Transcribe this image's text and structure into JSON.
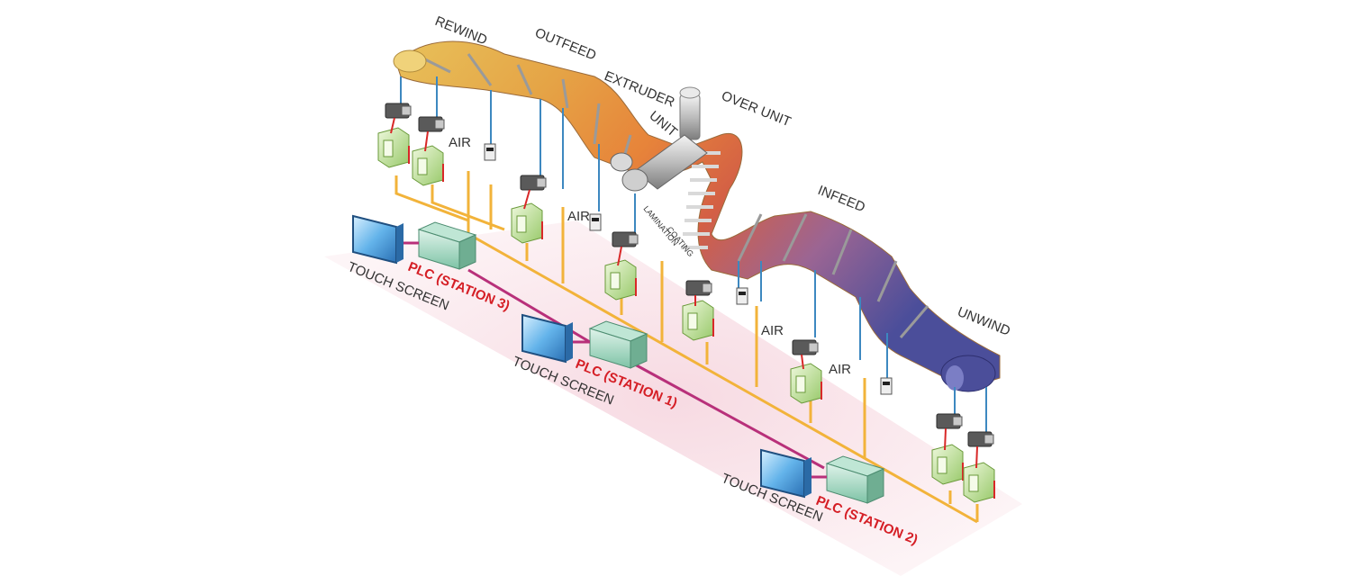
{
  "labels": {
    "rewind": "REWIND",
    "outfeed": "OUTFEED",
    "extruder_line1": "EXTRUDER",
    "extruder_line2": "UNIT",
    "over_unit": "OVER UNIT",
    "infeed": "INFEED",
    "unwind": "UNWIND",
    "lamination": "LAMINATION",
    "coating": "COATING",
    "air": "AIR"
  },
  "stations": [
    {
      "touch_screen": "TOUCH SCREEN",
      "plc": "PLC (STATION 3)"
    },
    {
      "touch_screen": "TOUCH SCREEN",
      "plc": "PLC (STATION 1)"
    },
    {
      "touch_screen": "TOUCH SCREEN",
      "plc": "PLC (STATION 2)"
    }
  ],
  "colors": {
    "web_gold": "#e3b248",
    "web_orange": "#e9853a",
    "web_red": "#cf5a44",
    "web_purple": "#8a6698",
    "web_blue": "#4b4e9a",
    "bus_orange": "#f2b33a",
    "network_magenta": "#b8307a",
    "feedback_blue": "#3d88c0",
    "signal_red": "#d82828",
    "plc_red": "#d51f26",
    "floor_pink": "#f7dde4",
    "drive_green": "#b8dc8e",
    "screen_blue": "#4a9ad6"
  }
}
